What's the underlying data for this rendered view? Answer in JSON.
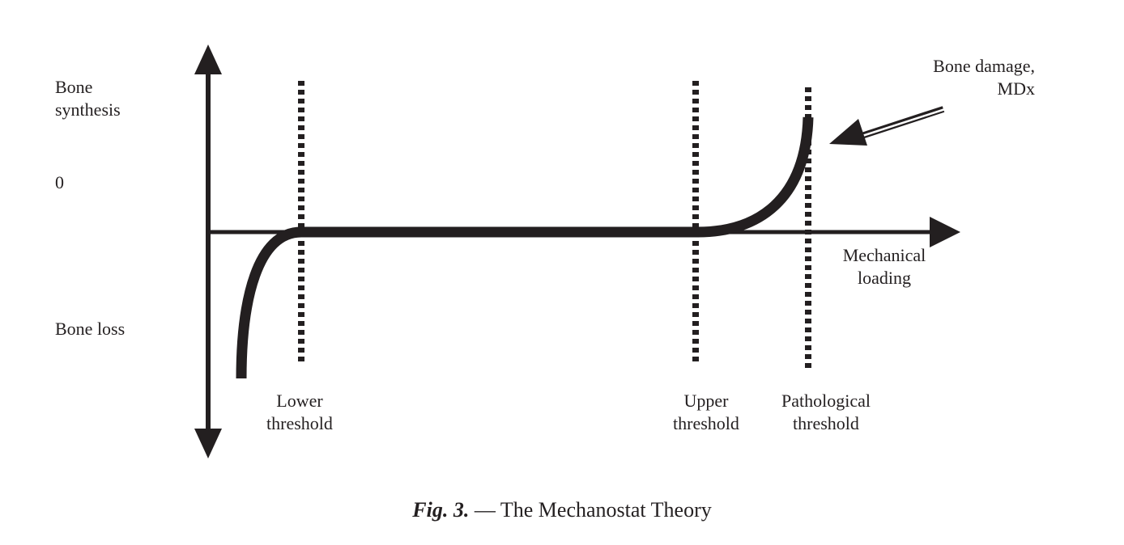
{
  "y_axis": {
    "top_label": [
      "Bone",
      "synthesis"
    ],
    "zero_label": "0",
    "bottom_label": "Bone loss"
  },
  "x_axis": {
    "label": [
      "Mechanical",
      "loading"
    ]
  },
  "thresholds": [
    {
      "id": "lower",
      "label": [
        "Lower",
        "threshold"
      ]
    },
    {
      "id": "upper",
      "label": [
        "Upper",
        "threshold"
      ]
    },
    {
      "id": "pathological",
      "label": [
        "Pathological",
        "threshold"
      ]
    }
  ],
  "annotation": {
    "label": [
      "Bone damage,",
      "MDx"
    ]
  },
  "caption": {
    "fig": "Fig. 3.",
    "text": " — The Mechanostat Theory"
  },
  "colors": {
    "ink": "#231f20",
    "background": "#ffffff"
  }
}
